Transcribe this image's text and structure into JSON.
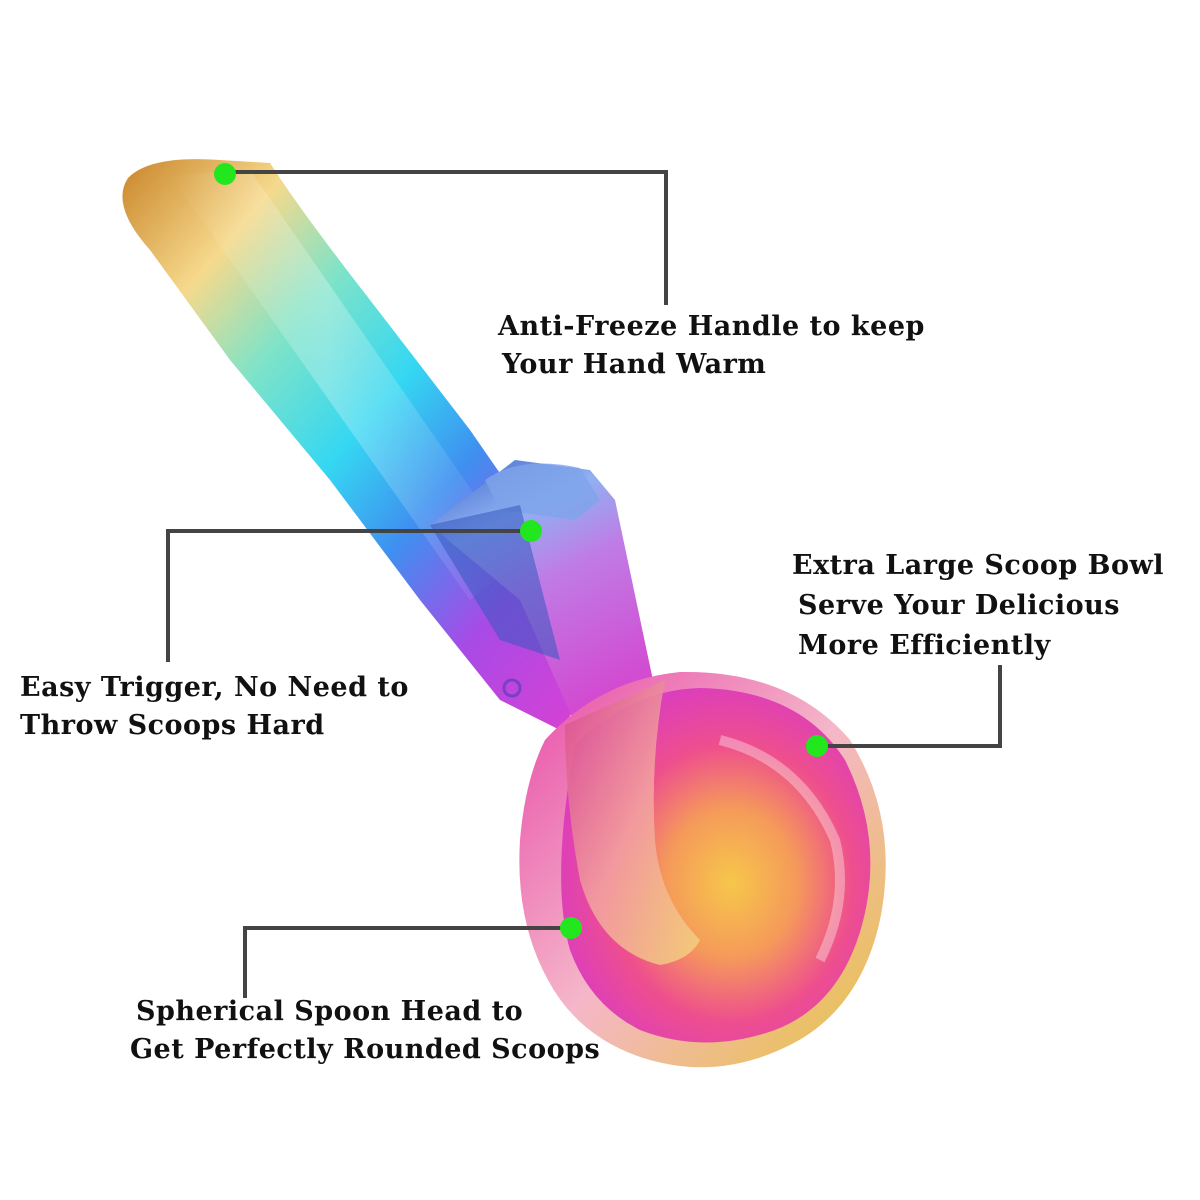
{
  "callouts": {
    "handle": {
      "line1": "Anti-Freeze Handle to keep",
      "line2": "Your Hand Warm"
    },
    "trigger": {
      "line1": "Easy Trigger, No Need to",
      "line2": "Throw Scoops Hard"
    },
    "bowl": {
      "line1": "Extra Large Scoop Bowl",
      "line2": "Serve Your Delicious",
      "line3": "More Efficiently"
    },
    "head": {
      "line1": "Spherical Spoon Head to",
      "line2": "Get Perfectly Rounded Scoops"
    }
  },
  "colors": {
    "marker": "#22e61e",
    "leader": "#444444",
    "text": "#111111"
  },
  "product": {
    "name": "ice-cream-scoop",
    "finish": "rainbow-titanium"
  }
}
